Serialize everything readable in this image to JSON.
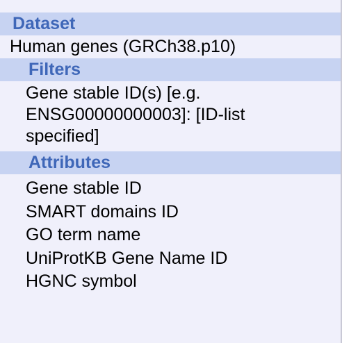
{
  "dataset": {
    "header": "Dataset",
    "name": "Human genes (GRCh38.p10)"
  },
  "filters": {
    "header": "Filters",
    "items": [
      {
        "lines": [
          "Gene stable ID(s) [e.g.",
          "ENSG00000000003]: [ID-list",
          "specified]"
        ]
      }
    ]
  },
  "attributes": {
    "header": "Attributes",
    "items": [
      "Gene stable ID",
      "SMART domains ID",
      "GO term name",
      "UniProtKB Gene Name ID",
      "HGNC symbol"
    ]
  },
  "colors": {
    "panel_background": "#f0f0fb",
    "header_background": "#c7d3f2",
    "header_text": "#3f67b8"
  }
}
